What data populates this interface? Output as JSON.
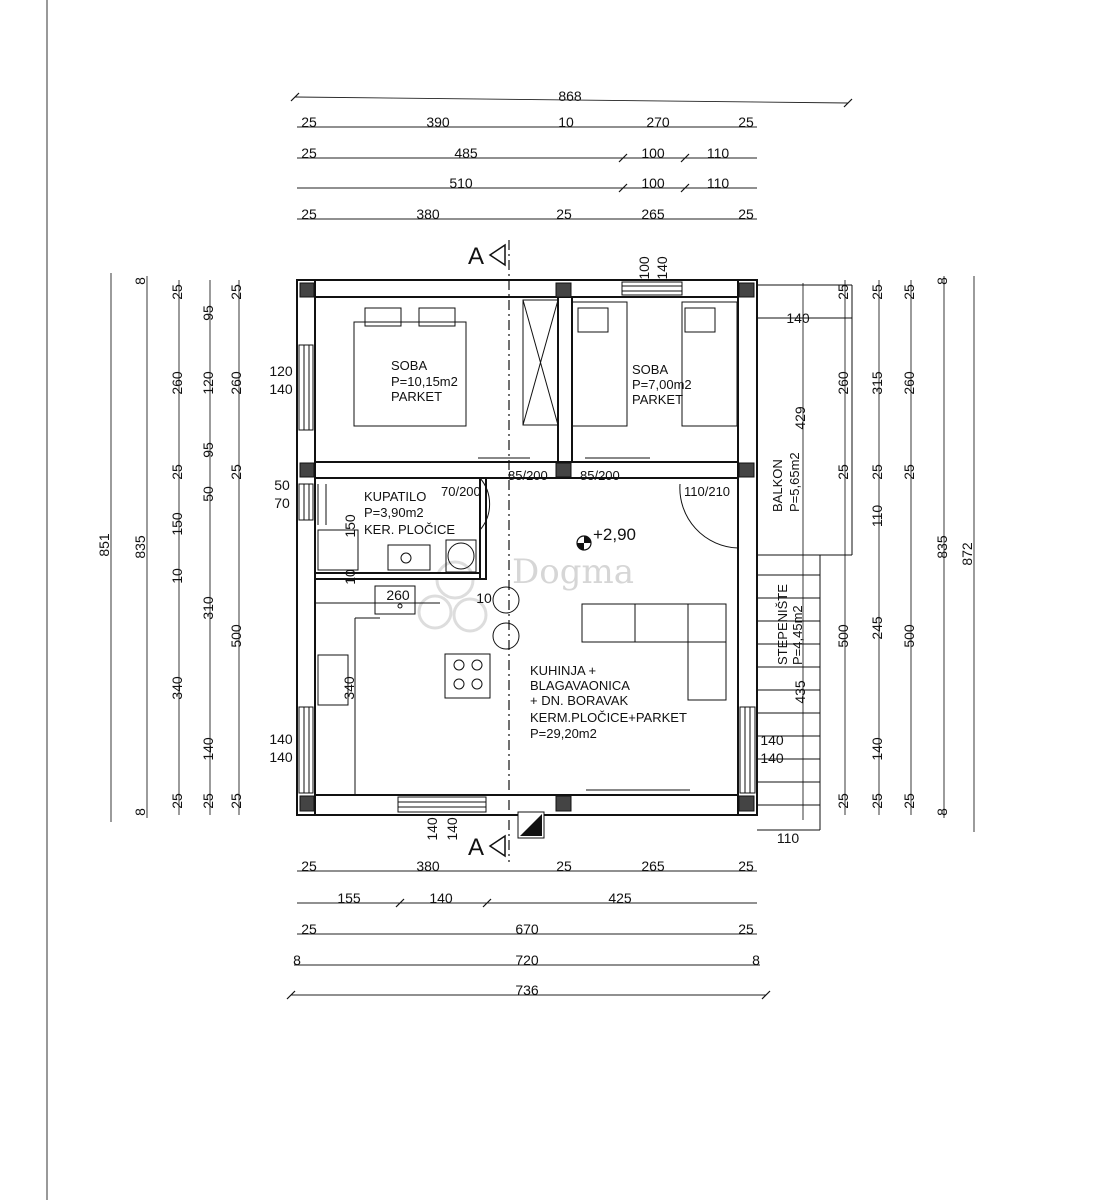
{
  "top_dimensions": [
    {
      "row": "overall",
      "labels": [
        "868"
      ]
    },
    {
      "row": "r1",
      "labels": [
        "25",
        "390",
        "10",
        "270",
        "25"
      ]
    },
    {
      "row": "r2",
      "labels": [
        "25",
        "485",
        "100",
        "110"
      ]
    },
    {
      "row": "r3",
      "labels": [
        "510",
        "100",
        "110"
      ]
    },
    {
      "row": "r4",
      "labels": [
        "25",
        "380",
        "25",
        "265",
        "25"
      ]
    }
  ],
  "bottom_dimensions": [
    {
      "row": "r1",
      "labels": [
        "25",
        "380",
        "25",
        "265",
        "25"
      ]
    },
    {
      "row": "r2",
      "labels": [
        "155",
        "140",
        "425"
      ]
    },
    {
      "row": "r3",
      "labels": [
        "25",
        "670",
        "25"
      ]
    },
    {
      "row": "r4",
      "labels": [
        "8",
        "720",
        "8"
      ]
    },
    {
      "row": "overall",
      "labels": [
        "736"
      ]
    }
  ],
  "left_dimensions": {
    "overall": "851",
    "c1": [
      "8",
      "835",
      "8"
    ],
    "c2": [
      "25",
      "260",
      "25",
      "150",
      "10",
      "340",
      "25"
    ],
    "c3": [
      "95",
      "120",
      "95",
      "50",
      "310",
      "140",
      "25"
    ],
    "c4": [
      "25",
      "260",
      "25",
      "500",
      "25"
    ]
  },
  "right_dimensions": {
    "overall": "872",
    "c1": [
      "8",
      "835",
      "8"
    ],
    "c2": [
      "25",
      "260",
      "25",
      "500",
      "25"
    ],
    "c3": [
      "25",
      "315",
      "25",
      "110",
      "245",
      "140",
      "25"
    ],
    "c4": [
      "25",
      "260",
      "25",
      "500",
      "25"
    ],
    "c5": [
      "429",
      "435"
    ]
  },
  "openings": {
    "top_window": [
      "100",
      "140"
    ],
    "bottom_window": [
      "140",
      "140"
    ],
    "left_window_top": [
      "120",
      "140"
    ],
    "left_window_bath": [
      "50",
      "70"
    ],
    "left_window_bottom": [
      "140",
      "140"
    ],
    "right_window_bottom": [
      "140",
      "140"
    ],
    "balcony_width": "140",
    "stair_width": "110",
    "bath_dims": [
      "150",
      "10"
    ],
    "kitchen_counter": "260",
    "kitchen_side": "340",
    "pipe_dim": "10"
  },
  "section_marks": {
    "label": "A"
  },
  "rooms": [
    {
      "name": "SOBA",
      "area": "P=10,15m2",
      "finish": "PARKET"
    },
    {
      "name": "SOBA",
      "area": "P=7,00m2",
      "finish": "PARKET"
    },
    {
      "name": "KUPATILO",
      "area": "P=3,90m2",
      "finish": "KER. PLOČICE"
    },
    {
      "name": "KUHINJA +",
      "name2": "BLAGAVAONICA",
      "name3": "+ DN. BORAVAK",
      "finish": "KERM.PLOČICE+PARKET",
      "area": "P=29,20m2"
    },
    {
      "name": "BALKON",
      "area": "P=5,65m2"
    },
    {
      "name": "STEPENIŠTE",
      "area": "P=4,45m2"
    }
  ],
  "doors": [
    "85/200",
    "85/200",
    "70/200",
    "110/210"
  ],
  "level": "+2,90",
  "watermark": "Dogma",
  "colors": {
    "line": "#111111",
    "watermark": "#d6d6d6"
  }
}
